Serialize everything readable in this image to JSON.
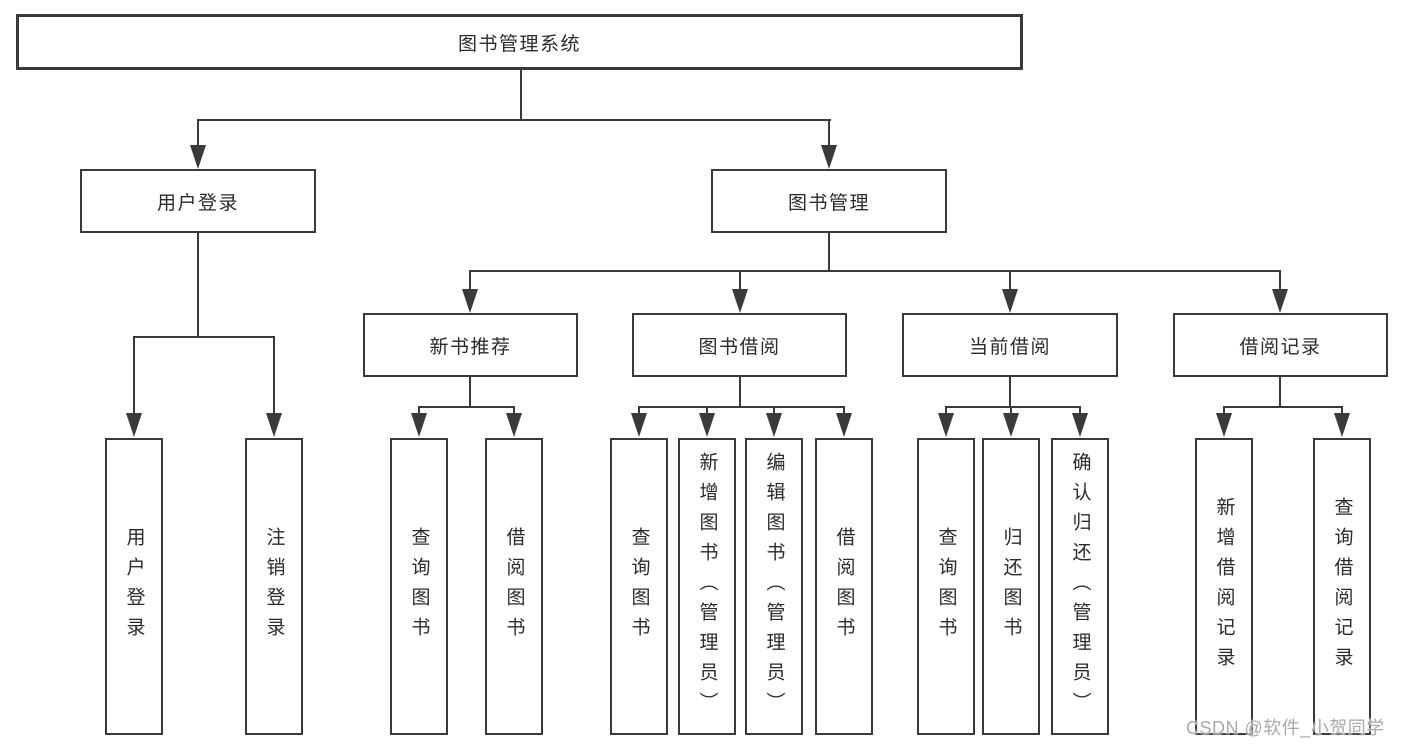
{
  "tree": {
    "root": {
      "label": "图书管理系统"
    },
    "user_login": {
      "label": "用户登录",
      "children": [
        {
          "label": "用户登录"
        },
        {
          "label": "注销登录"
        }
      ]
    },
    "book_management": {
      "label": "图书管理",
      "sections": [
        {
          "label": "新书推荐",
          "children": [
            {
              "label": "查询图书"
            },
            {
              "label": "借阅图书"
            }
          ]
        },
        {
          "label": "图书借阅",
          "children": [
            {
              "label": "查询图书"
            },
            {
              "label": "新增图书（管理员）"
            },
            {
              "label": "编辑图书（管理员）"
            },
            {
              "label": "借阅图书"
            }
          ]
        },
        {
          "label": "当前借阅",
          "children": [
            {
              "label": "查询图书"
            },
            {
              "label": "归还图书"
            },
            {
              "label": "确认归还（管理员）"
            }
          ]
        },
        {
          "label": "借阅记录",
          "children": [
            {
              "label": "新增借阅记录"
            },
            {
              "label": "查询借阅记录"
            }
          ]
        }
      ]
    }
  },
  "watermark": {
    "text": "CSDN @软件_小贺同学"
  },
  "colors": {
    "line": "#3a3a3a",
    "box_border": "#3a3a3a",
    "text": "#2b2b2b",
    "watermark": "#a9a9a9",
    "background": "#ffffff"
  }
}
